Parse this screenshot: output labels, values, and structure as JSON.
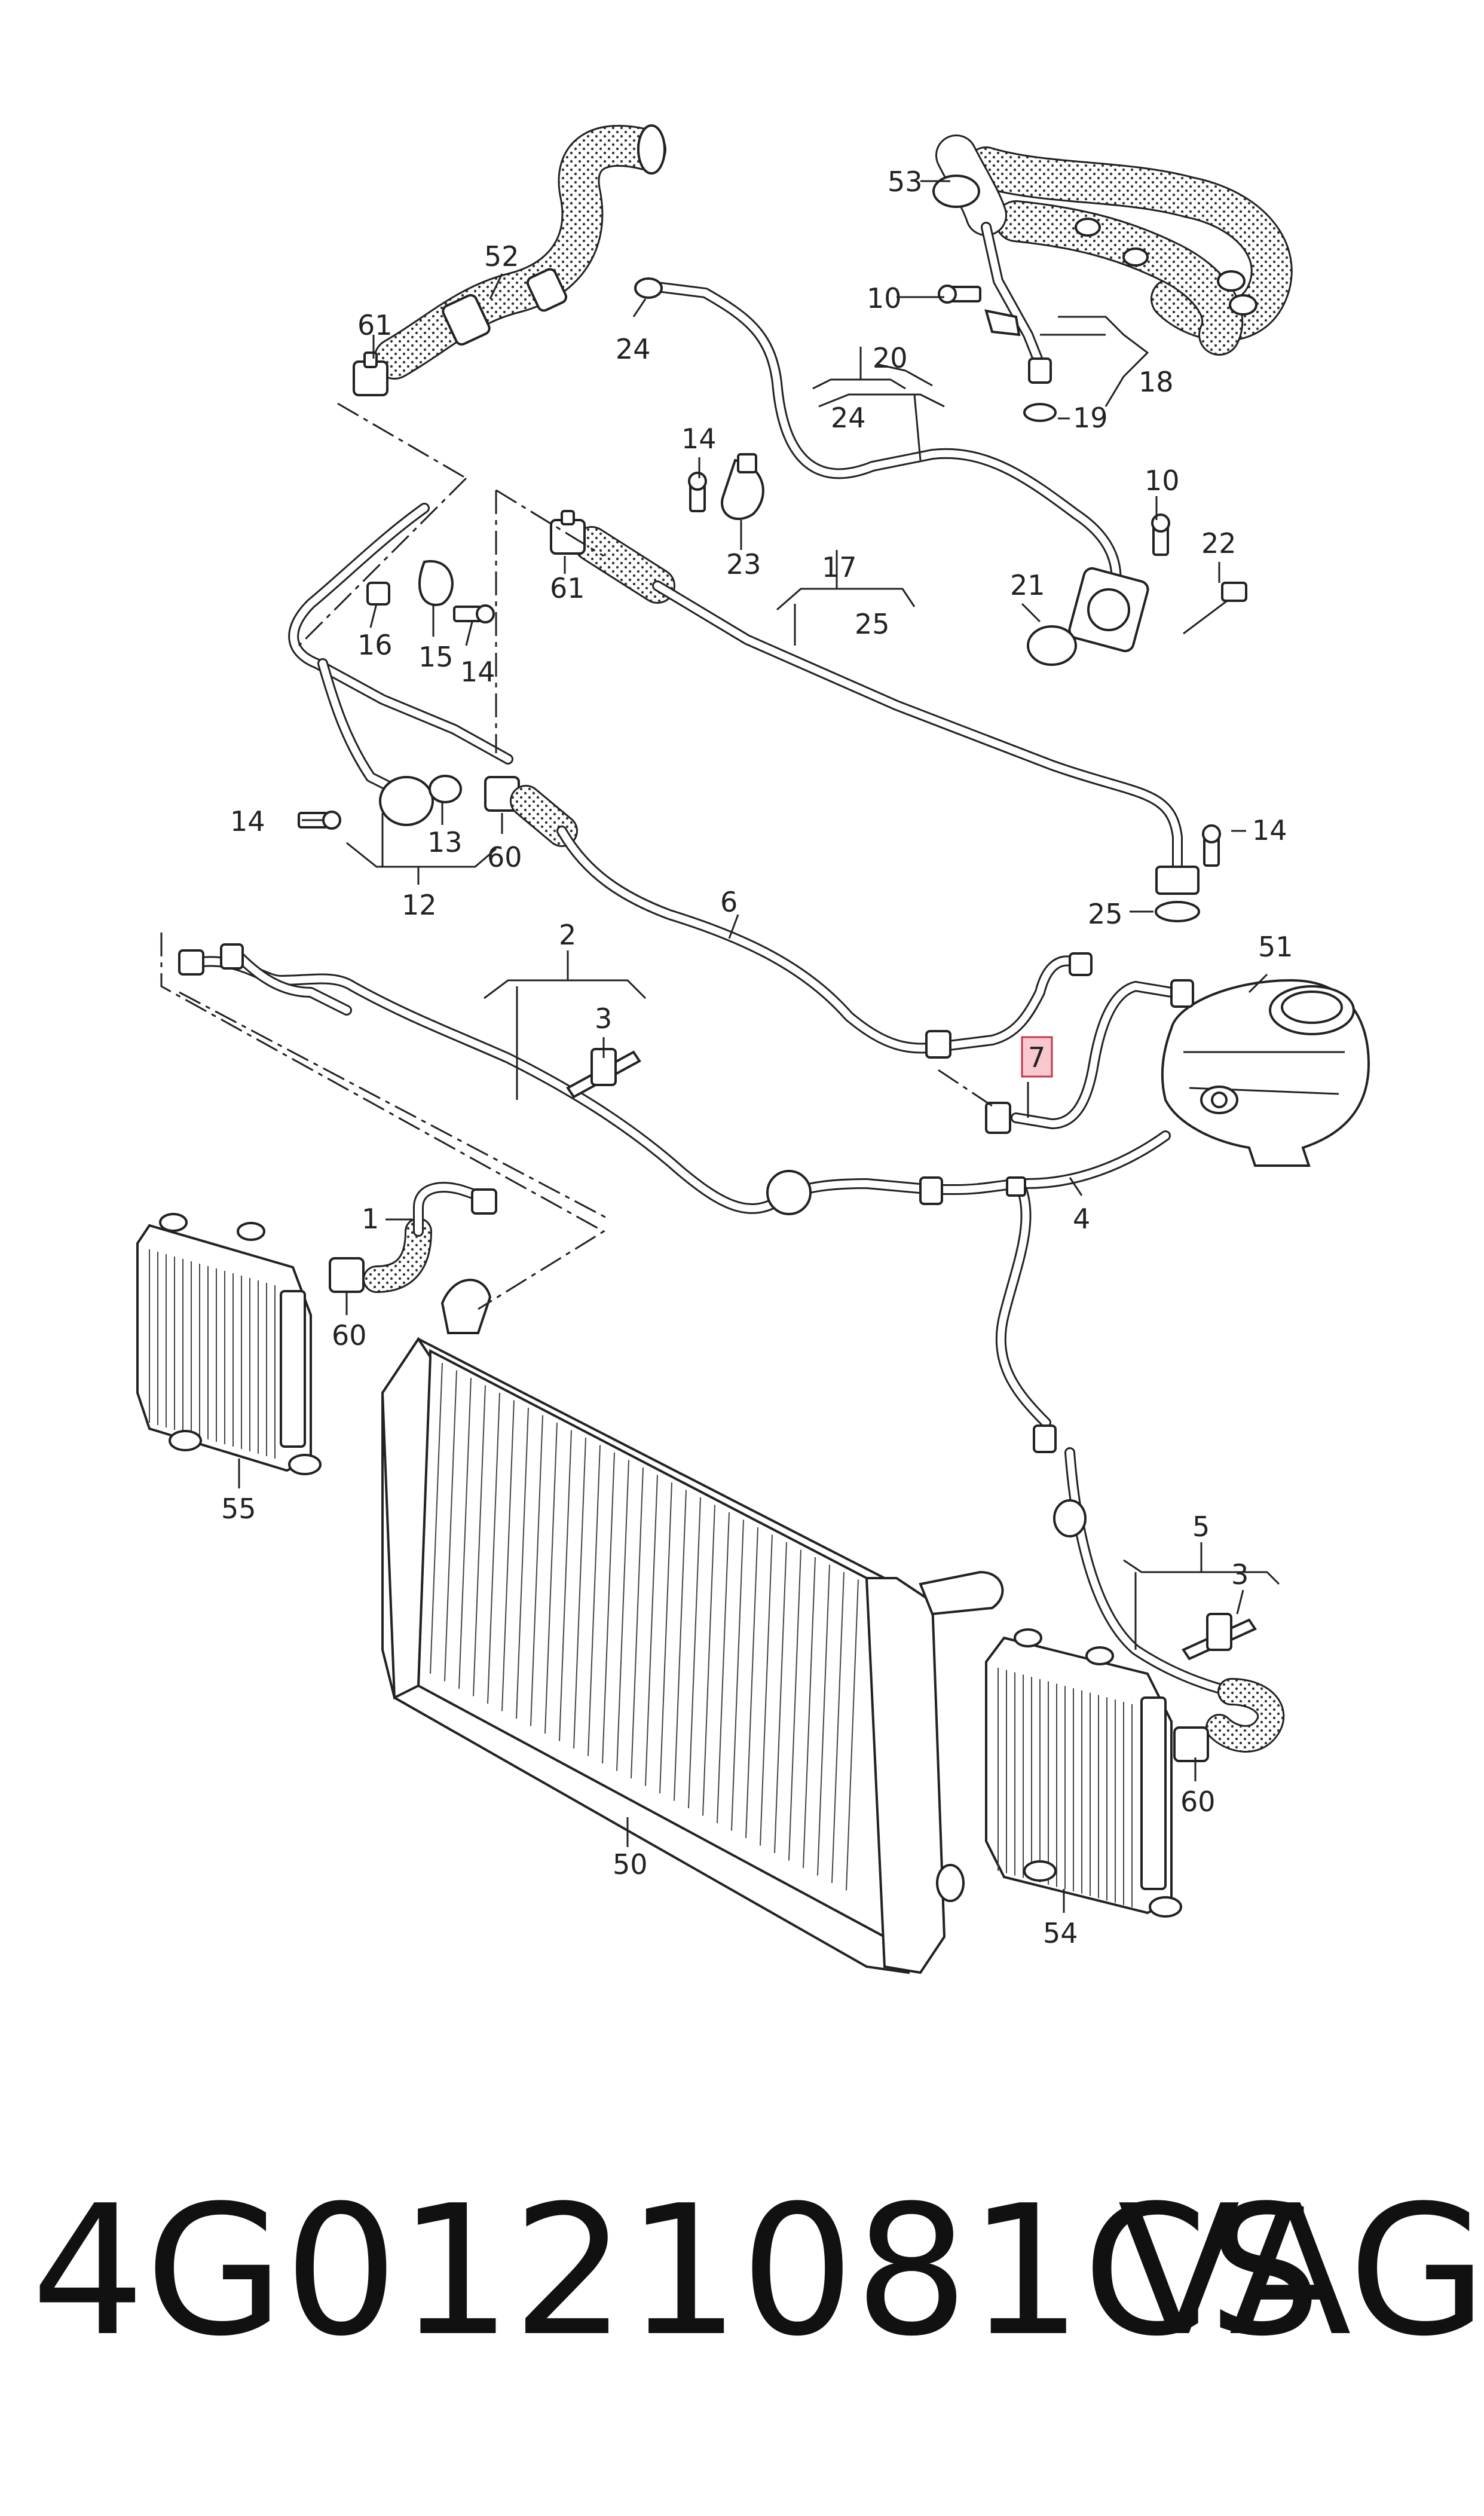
{
  "diagram": {
    "labels": [
      "53",
      "52",
      "61",
      "24",
      "10",
      "20",
      "18",
      "24",
      "19",
      "14",
      "23",
      "10",
      "22",
      "61",
      "17",
      "21",
      "25",
      "16",
      "15",
      "14",
      "14",
      "13",
      "60",
      "12",
      "14",
      "25",
      "6",
      "51",
      "2",
      "3",
      "7",
      "4",
      "1",
      "60",
      "55",
      "5",
      "3",
      "50",
      "60",
      "54"
    ]
  },
  "footer": {
    "part_number": "4G0121081CS",
    "brand": "VAG"
  }
}
